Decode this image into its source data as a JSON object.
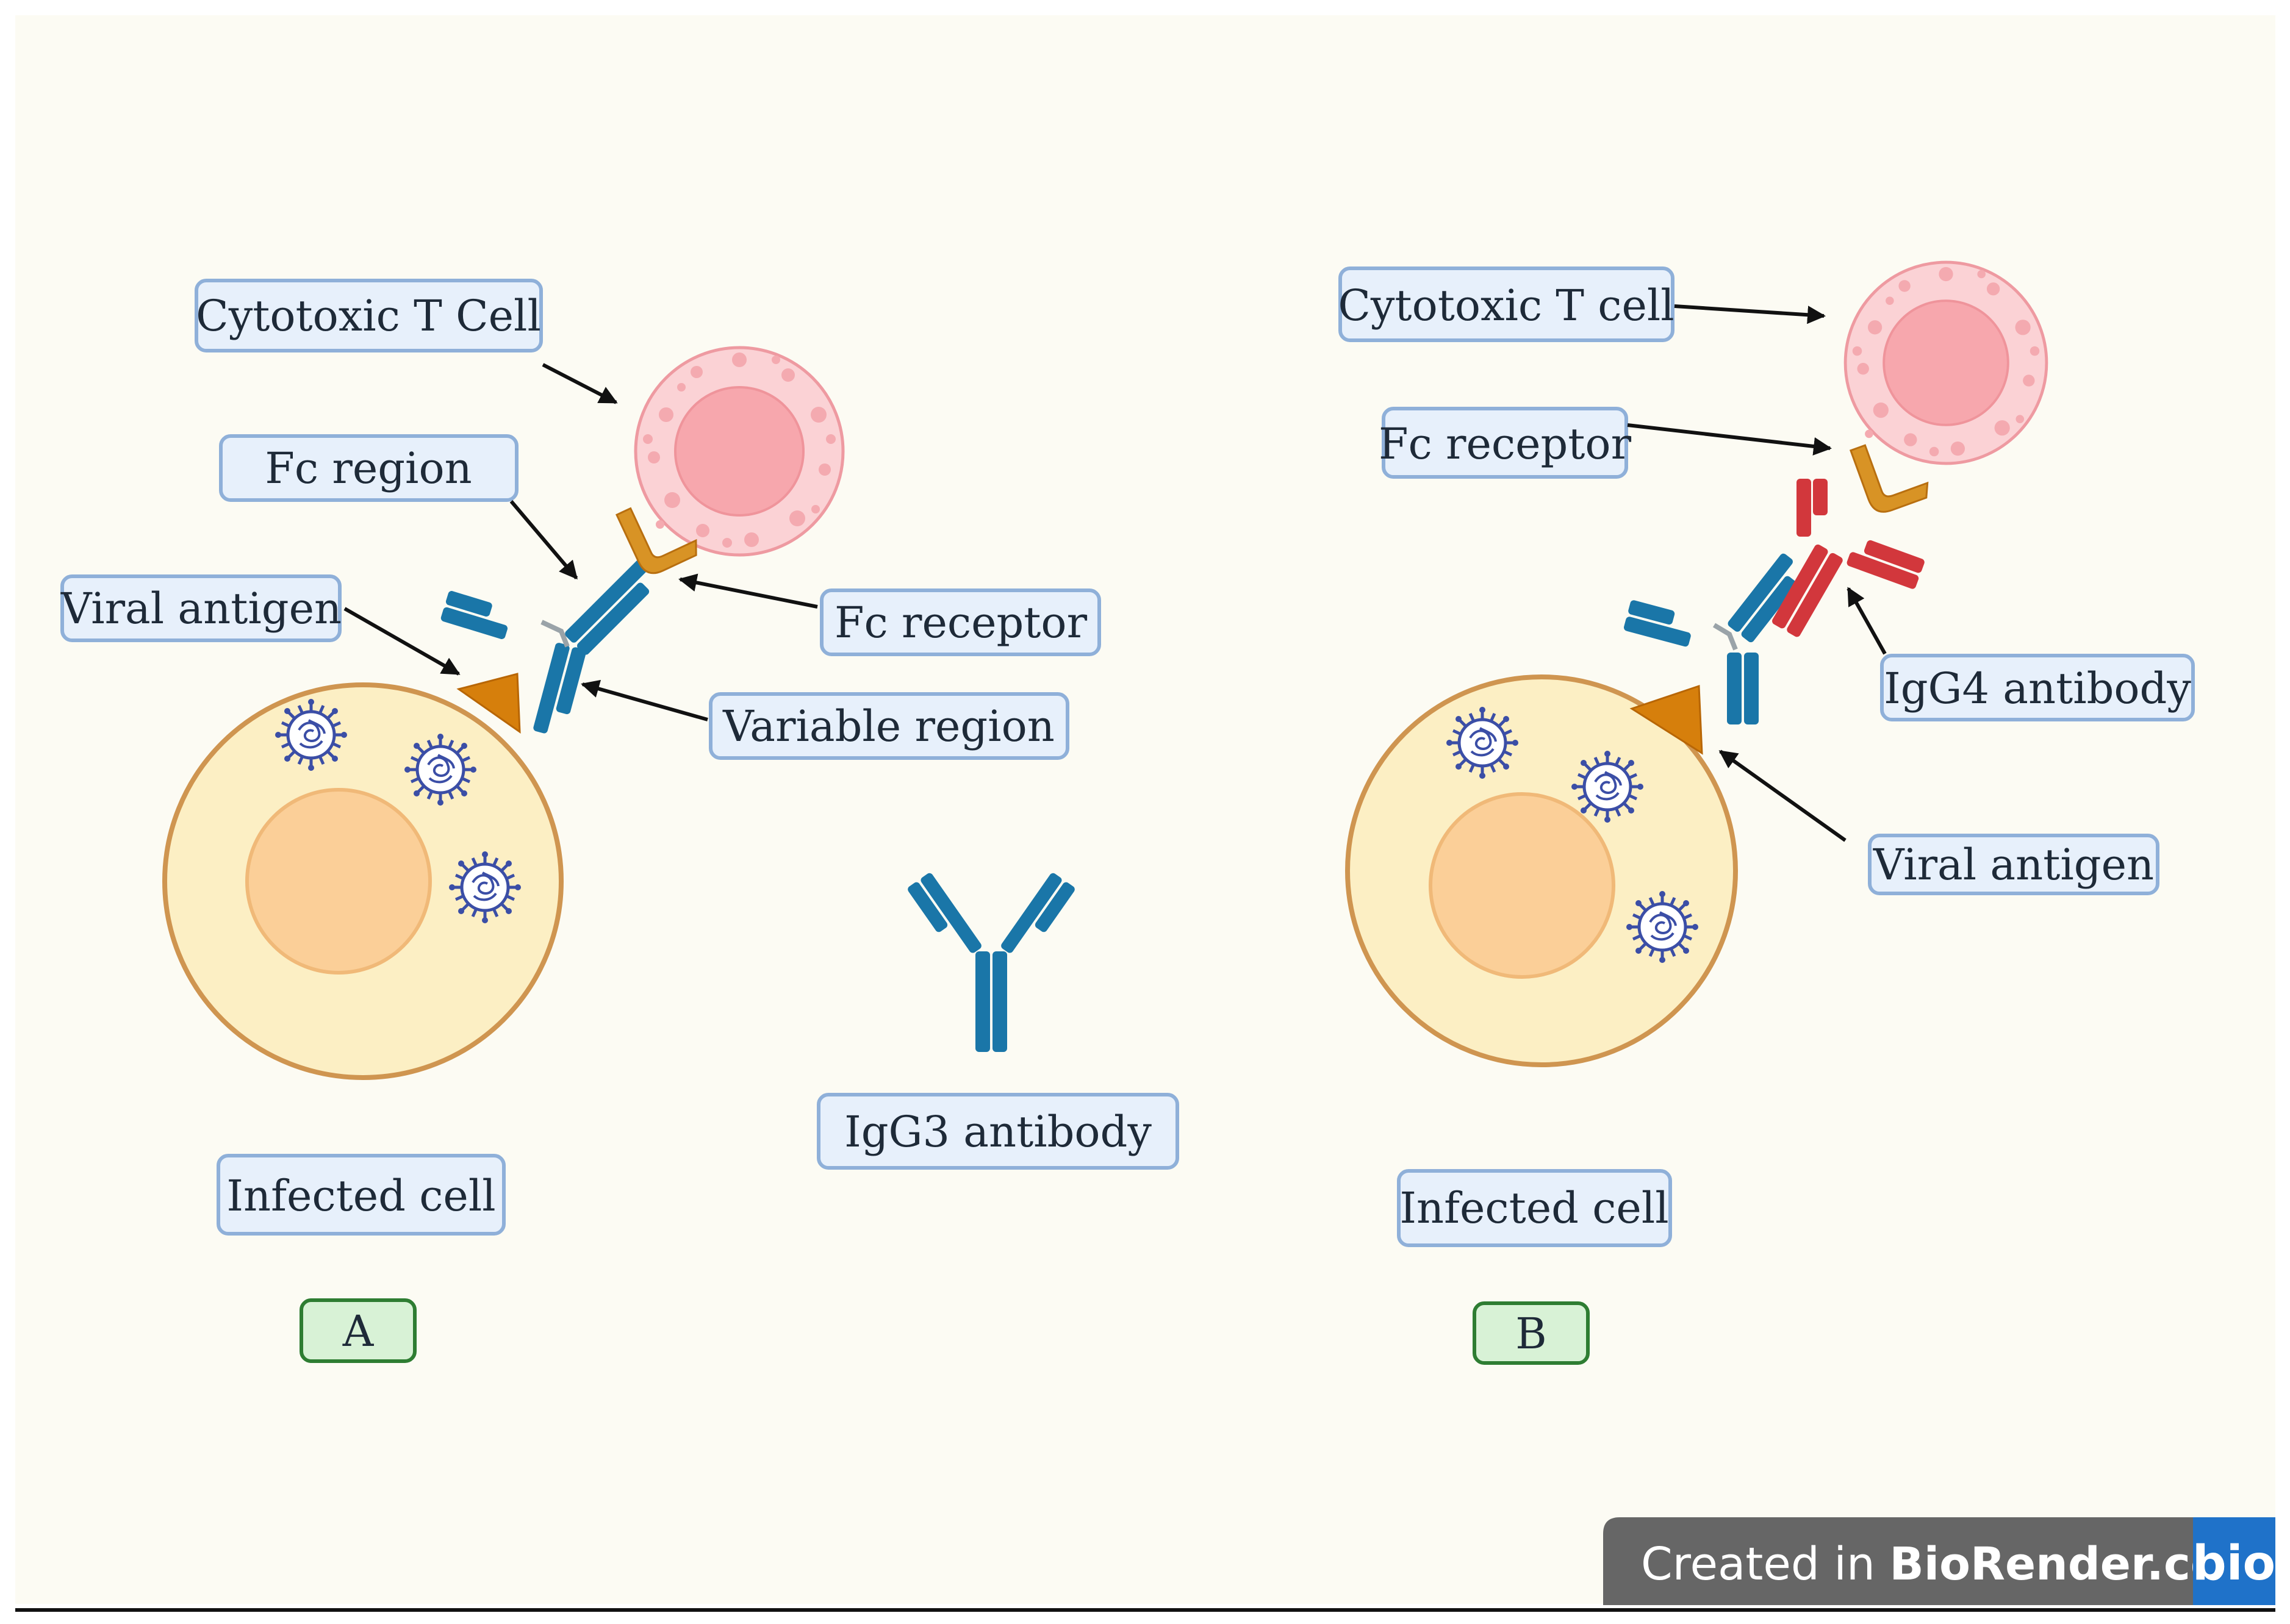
{
  "panel_a": {
    "tcell_label": "Cytotoxic T Cell",
    "fc_region_label": "Fc region",
    "viral_antigen_label": "Viral antigen",
    "fc_receptor_label": "Fc receptor",
    "variable_region_label": "Variable region",
    "infected_cell_label": "Infected cell",
    "tag": "A"
  },
  "igg3_label": "IgG3 antibody",
  "panel_b": {
    "tcell_label": "Cytotoxic T cell",
    "fc_receptor_label": "Fc receptor",
    "igg4_label": "IgG4 antibody",
    "viral_antigen_label": "Viral antigen",
    "infected_cell_label": "Infected cell",
    "tag": "B"
  },
  "credit": {
    "prefix": "Created in ",
    "brand": "BioRender.com",
    "logo": "bio"
  },
  "colors": {
    "background": "#fcfbf3",
    "infected_cell": "#fcefc4",
    "infected_cell_border": "#cf9550",
    "nucleus": "#fbcf98",
    "tcell": "#fbd2d5",
    "tcell_nucleus": "#f7a7ad",
    "igg3": "#1a76a8",
    "igg4": "#d2373c",
    "fc_receptor": "#d89325",
    "viral_antigen": "#d67f0c",
    "virus": "#3b4ea6",
    "credit_bar": "#666666",
    "logo_bg": "#1f72c9"
  }
}
